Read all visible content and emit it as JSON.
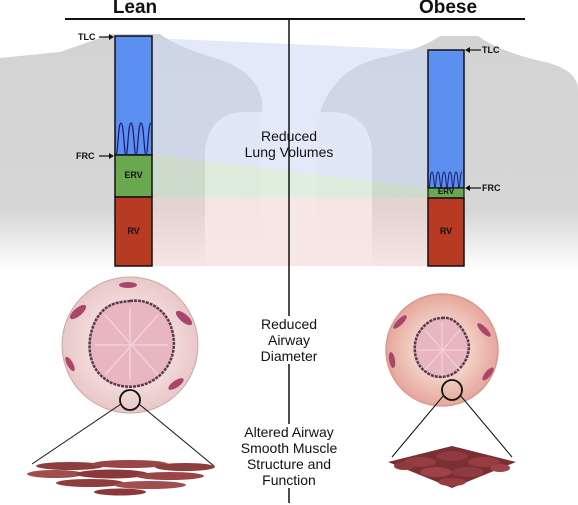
{
  "headers": {
    "lean": "Lean",
    "obese": "Obese"
  },
  "lean_column": {
    "tlc": "TLC",
    "frc": "FRC",
    "erv": "ERV",
    "rv": "RV"
  },
  "obese_column": {
    "tlc": "TLC",
    "frc": "FRC",
    "erv": "ERV",
    "rv": "RV"
  },
  "center_labels": {
    "lung_volumes": [
      "Reduced",
      "Lung Volumes"
    ],
    "airway_diameter": [
      "Reduced",
      "Airway",
      "Diameter"
    ],
    "smooth_muscle": [
      "Altered Airway",
      "Smooth Muscle",
      "Structure and",
      "Function"
    ]
  },
  "colors": {
    "volume_blue": "#5b8ff0",
    "erv_green": "#6aa84f",
    "rv_red": "#b83a22",
    "airway_pink": "#e9bcc3",
    "muscle_red": "#8e3c3c"
  }
}
